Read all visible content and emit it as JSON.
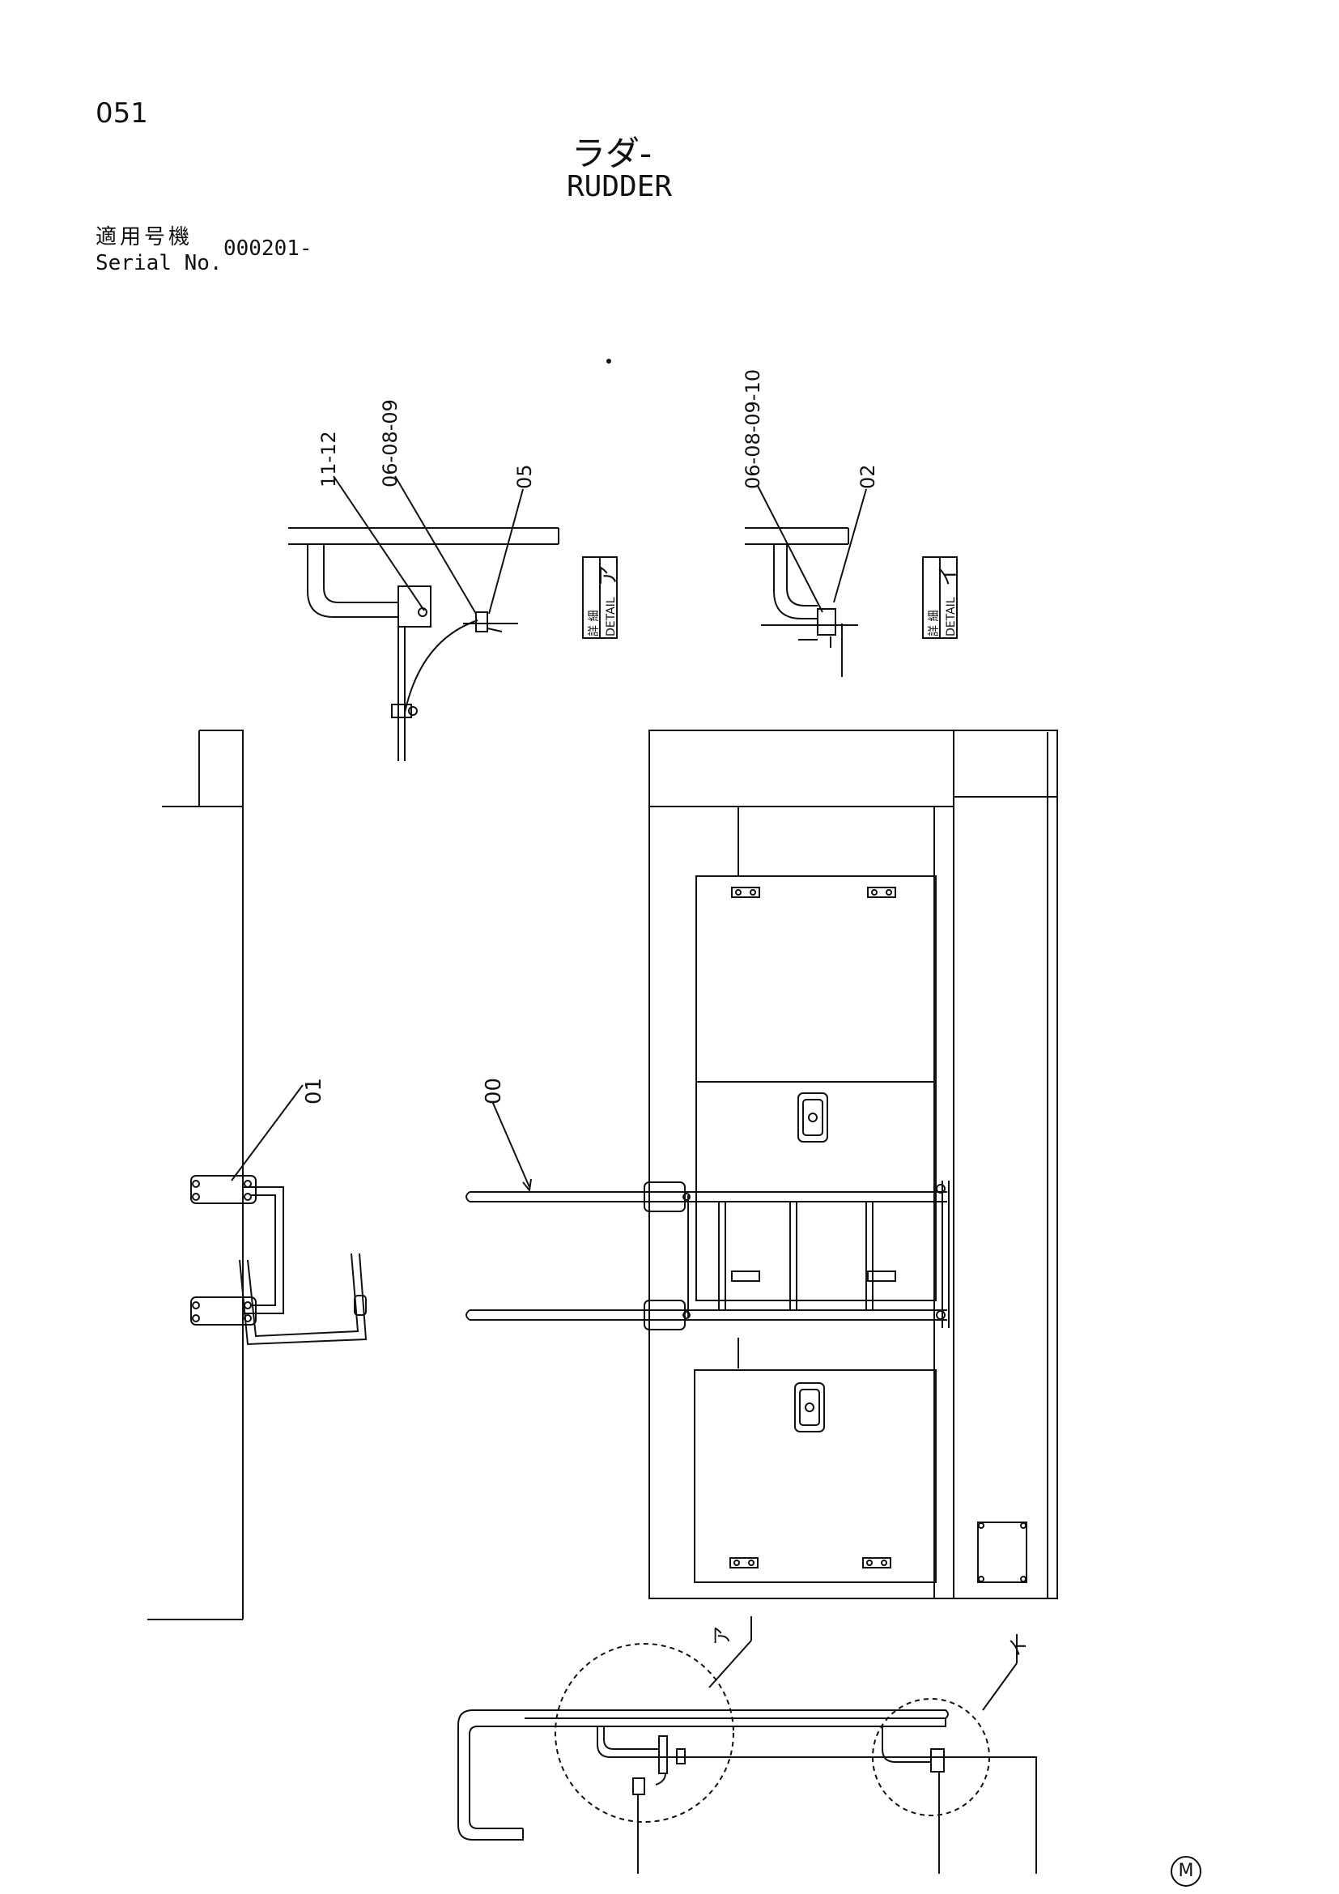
{
  "header": {
    "page_number": "051",
    "title_jp": "ラダ-",
    "title_en": "RUDDER",
    "serial_label_jp": "適用号機",
    "serial_label_en": "Serial No.",
    "serial_value": "000201-"
  },
  "callouts": {
    "c_11_12": "11-12",
    "c_06_08_09_a": "06-08-09",
    "c_05": "05",
    "c_06_08_09_10": "06-08-09-10",
    "c_02": "02",
    "c_01": "01",
    "c_00": "00"
  },
  "detail_labels": {
    "detail_a_jp": "詳 細",
    "detail_a_en": "DETAIL",
    "detail_a_mark": "ア",
    "detail_b_jp": "詳 細",
    "detail_b_en": "DETAIL",
    "detail_b_mark": "イ",
    "bubble_a": "ア",
    "bubble_b": "イ"
  },
  "footer": {
    "mark": "M"
  }
}
